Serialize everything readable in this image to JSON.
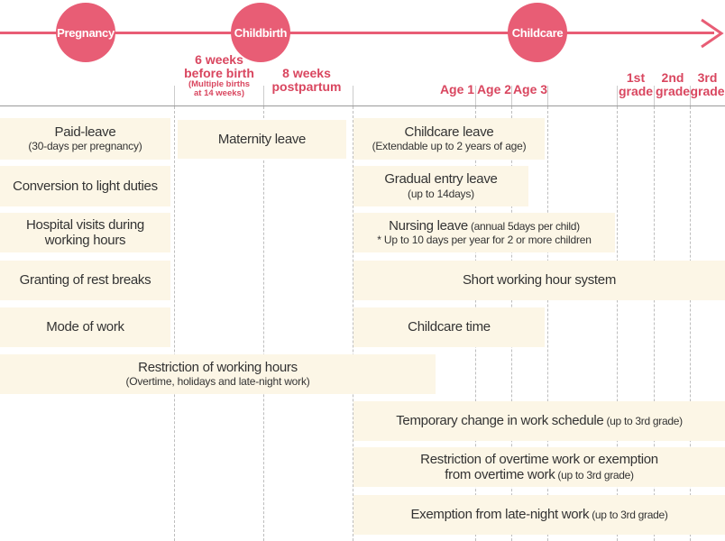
{
  "stages": [
    "Pregnancy",
    "Childbirth",
    "Childcare"
  ],
  "markers": {
    "before_birth": {
      "line1": "6 weeks",
      "line2": "before birth",
      "note1": "(Multiple births",
      "note2": "at 14 weeks)"
    },
    "postpartum": {
      "line1": "8 weeks",
      "line2": "postpartum"
    },
    "ages": [
      "Age 1",
      "Age 2",
      "Age 3"
    ],
    "grades": [
      {
        "line1": "1st",
        "line2": "grade"
      },
      {
        "line1": "2nd",
        "line2": "grade"
      },
      {
        "line1": "3rd",
        "line2": "grade"
      }
    ]
  },
  "measures": {
    "paid_leave": {
      "main": "Paid-leave",
      "sub": "(30-days per pregnancy)"
    },
    "maternity_leave": {
      "main": "Maternity leave"
    },
    "childcare_leave": {
      "main": "Childcare leave",
      "sub": "(Extendable up to 2 years of age)"
    },
    "light_duties": {
      "main": "Conversion to light duties"
    },
    "gradual_entry": {
      "main": "Gradual entry leave",
      "sub": "(up to 14days)"
    },
    "hospital_visits": {
      "line1": "Hospital visits during",
      "line2": "working hours"
    },
    "nursing_leave": {
      "main": "Nursing leave",
      "inline": " (annual 5days per child)",
      "sub": "* Up to 10 days per year for 2 or more children"
    },
    "rest_breaks": {
      "main": "Granting of rest breaks"
    },
    "short_hours": {
      "main": "Short working hour system"
    },
    "mode_of_work": {
      "main": "Mode of work"
    },
    "childcare_time": {
      "main": "Childcare time"
    },
    "restriction_hours": {
      "main": "Restriction of working hours",
      "sub": "(Overtime, holidays and late-night work)"
    },
    "temp_change": {
      "main": "Temporary change in work schedule",
      "inline": " (up to 3rd grade)"
    },
    "overtime_restriction": {
      "line1": "Restriction of overtime work or exemption",
      "line2": "from overtime work",
      "inline": " (up to 3rd grade)"
    },
    "late_night": {
      "main": "Exemption from late-night work",
      "inline": " (up to 3rd grade)"
    }
  },
  "colors": {
    "accent": "#e85d75",
    "marker_text": "#d9465f",
    "bar_fill": "#fcf6e6"
  }
}
